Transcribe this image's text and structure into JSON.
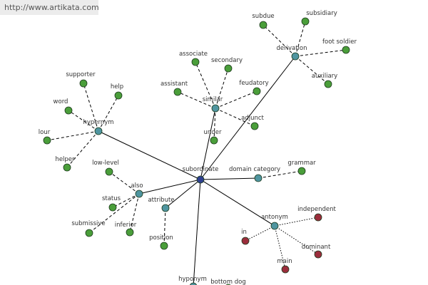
{
  "header": {
    "url_text": "http://www.artikata.com"
  },
  "colors": {
    "central": "#2e3f8f",
    "hub": "#4f95a0",
    "related": "#4a9e3a",
    "antonym_leaf": "#9b2d3c",
    "edge": "#000000"
  },
  "graph": {
    "central": "subordinate",
    "hubs": [
      "hypernym",
      "similar",
      "derivation",
      "domain category",
      "also",
      "attribute",
      "antonym",
      "hyponym"
    ],
    "words": {
      "hypernym": [
        "supporter",
        "help",
        "word",
        "lour",
        "helper"
      ],
      "similar": [
        "associate",
        "secondary",
        "assistant",
        "feudatory",
        "adjunct",
        "under"
      ],
      "derivation": [
        "subdue",
        "subsidiary",
        "foot soldier",
        "auxiliary"
      ],
      "domain category": [
        "grammar"
      ],
      "also": [
        "low-level",
        "status",
        "submissive",
        "inferior"
      ],
      "attribute": [
        "position"
      ],
      "antonym": [
        "independent",
        "in",
        "dominant",
        "main"
      ],
      "hyponym": [
        "bottom dog"
      ]
    }
  }
}
